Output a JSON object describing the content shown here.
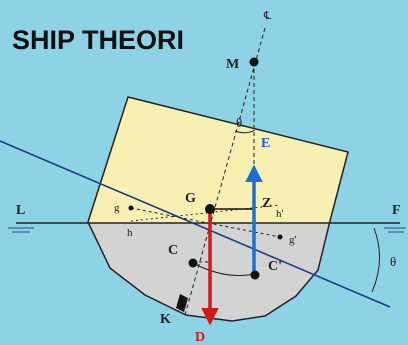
{
  "title": "SHIP THEORI",
  "labels": {
    "centerline": "℄",
    "metacenter": "M",
    "angle_top": "θ",
    "buoyancy_arrow": "E",
    "gravity_center": "G",
    "z_point": "Z",
    "h_prime": "h'",
    "g_weight": "g",
    "g_prime": "g'",
    "h_point": "h",
    "buoyancy_center": "C",
    "buoyancy_center_prime": "C'",
    "keel": "K",
    "displacement_arrow": "D",
    "waterline_left": "L",
    "waterline_right": "F",
    "angle_right": "θ"
  },
  "colors": {
    "water": "#8ed2e6",
    "hull_above": "#f8f0b2",
    "hull_below": "#d3d3d3",
    "arrow_up": "#1f6fd0",
    "arrow_down": "#d11a1a",
    "buoyancy_label": "#1f5fd0",
    "displacement_label": "#d11a1a"
  }
}
